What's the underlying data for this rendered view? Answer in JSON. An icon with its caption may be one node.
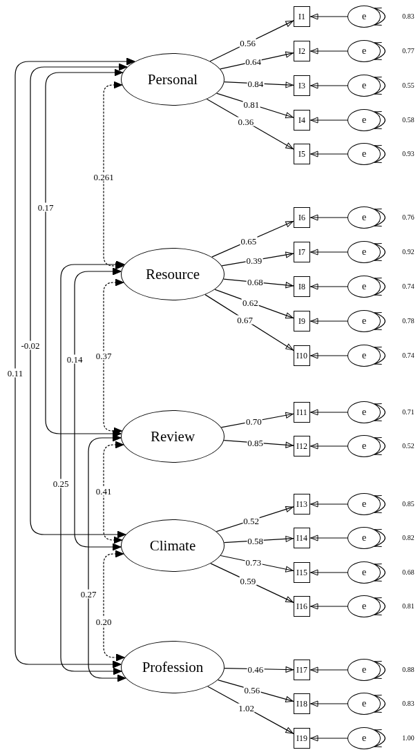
{
  "diagram": {
    "nodes": [
      {
        "text": [
          "Personal"
        ]
      },
      {
        "text": [
          "Resource"
        ]
      },
      {
        "text": [
          "Review"
        ]
      },
      {
        "text": [
          "Climate"
        ]
      },
      {
        "text": [
          "Profession"
        ]
      },
      {
        "text": [
          "I1"
        ]
      },
      {
        "text": [
          "I2"
        ]
      },
      {
        "text": [
          "I3"
        ]
      },
      {
        "text": [
          "I4"
        ]
      },
      {
        "text": [
          "I5"
        ]
      },
      {
        "text": [
          "I6"
        ]
      },
      {
        "text": [
          "I7"
        ]
      },
      {
        "text": [
          "I8"
        ]
      },
      {
        "text": [
          "I9"
        ]
      },
      {
        "text": [
          "I10"
        ]
      },
      {
        "text": [
          "I11"
        ]
      },
      {
        "text": [
          "I12"
        ]
      },
      {
        "text": [
          "I13"
        ]
      },
      {
        "text": [
          "I14"
        ]
      },
      {
        "text": [
          "I15"
        ]
      },
      {
        "text": [
          "I16"
        ]
      },
      {
        "text": [
          "I17"
        ]
      },
      {
        "text": [
          "I18"
        ]
      },
      {
        "text": [
          "I19"
        ]
      },
      {
        "text": [
          "e"
        ]
      },
      {
        "text": [
          "e"
        ]
      },
      {
        "text": [
          "e"
        ]
      },
      {
        "text": [
          "e"
        ]
      },
      {
        "text": [
          "e"
        ]
      },
      {
        "text": [
          "e"
        ]
      },
      {
        "text": [
          "e"
        ]
      },
      {
        "text": [
          "e"
        ]
      },
      {
        "text": [
          "e"
        ]
      },
      {
        "text": [
          "e"
        ]
      },
      {
        "text": [
          "e"
        ]
      },
      {
        "text": [
          "e"
        ]
      },
      {
        "text": [
          "e"
        ]
      },
      {
        "text": [
          "e"
        ]
      },
      {
        "text": [
          "e"
        ]
      },
      {
        "text": [
          "e"
        ]
      },
      {
        "text": [
          "e"
        ]
      },
      {
        "text": [
          "e"
        ]
      },
      {
        "text": [
          "e"
        ]
      }
    ],
    "edges": [
      {
        "from": 0,
        "to": 5,
        "arrow": "to",
        "label": "0.56"
      },
      {
        "from": 0,
        "to": 6,
        "arrow": "to",
        "label": "0.64"
      },
      {
        "from": 0,
        "to": 7,
        "arrow": "to",
        "label": "0.84"
      },
      {
        "from": 0,
        "to": 8,
        "arrow": "to",
        "label": "0.81"
      },
      {
        "from": 0,
        "to": 9,
        "arrow": "to",
        "label": "0.36"
      },
      {
        "from": 1,
        "to": 10,
        "arrow": "to",
        "label": "0.65"
      },
      {
        "from": 1,
        "to": 11,
        "arrow": "to",
        "label": "0.39"
      },
      {
        "from": 1,
        "to": 12,
        "arrow": "to",
        "label": "0.68"
      },
      {
        "from": 1,
        "to": 13,
        "arrow": "to",
        "label": "0.62"
      },
      {
        "from": 1,
        "to": 14,
        "arrow": "to",
        "label": "0.67"
      },
      {
        "from": 2,
        "to": 15,
        "arrow": "to",
        "label": "0.70"
      },
      {
        "from": 2,
        "to": 16,
        "arrow": "to",
        "label": "0.85"
      },
      {
        "from": 3,
        "to": 17,
        "arrow": "to",
        "label": "0.52"
      },
      {
        "from": 3,
        "to": 18,
        "arrow": "to",
        "label": "0.58"
      },
      {
        "from": 3,
        "to": 19,
        "arrow": "to",
        "label": "0.73"
      },
      {
        "from": 3,
        "to": 20,
        "arrow": "to",
        "label": "0.59"
      },
      {
        "from": 4,
        "to": 21,
        "arrow": "to",
        "label": "0.46"
      },
      {
        "from": 4,
        "to": 22,
        "arrow": "to",
        "label": "0.56"
      },
      {
        "from": 4,
        "to": 23,
        "arrow": "to",
        "label": "1.02"
      },
      {
        "from": 24,
        "to": 5,
        "arrow": "to"
      },
      {
        "from": 25,
        "to": 6,
        "arrow": "to"
      },
      {
        "from": 26,
        "to": 7,
        "arrow": "to"
      },
      {
        "from": 27,
        "to": 8,
        "arrow": "to"
      },
      {
        "from": 28,
        "to": 9,
        "arrow": "to"
      },
      {
        "from": 29,
        "to": 10,
        "arrow": "to"
      },
      {
        "from": 30,
        "to": 11,
        "arrow": "to"
      },
      {
        "from": 31,
        "to": 12,
        "arrow": "to"
      },
      {
        "from": 32,
        "to": 13,
        "arrow": "to"
      },
      {
        "from": 33,
        "to": 14,
        "arrow": "to"
      },
      {
        "from": 34,
        "to": 15,
        "arrow": "to"
      },
      {
        "from": 35,
        "to": 16,
        "arrow": "to"
      },
      {
        "from": 36,
        "to": 17,
        "arrow": "to"
      },
      {
        "from": 37,
        "to": 18,
        "arrow": "to"
      },
      {
        "from": 38,
        "to": 19,
        "arrow": "to"
      },
      {
        "from": 39,
        "to": 20,
        "arrow": "to"
      },
      {
        "from": 40,
        "to": 21,
        "arrow": "to"
      },
      {
        "from": 41,
        "to": 22,
        "arrow": "to"
      },
      {
        "from": 42,
        "to": 23,
        "arrow": "to"
      },
      {
        "from": 24,
        "to": 24,
        "arrow": "both",
        "label": "0.83"
      },
      {
        "from": 25,
        "to": 25,
        "arrow": "both",
        "label": "0.77"
      },
      {
        "from": 26,
        "to": 26,
        "arrow": "both",
        "label": "0.55"
      },
      {
        "from": 27,
        "to": 27,
        "arrow": "both",
        "label": "0.58"
      },
      {
        "from": 28,
        "to": 28,
        "arrow": "both",
        "label": "0.93"
      },
      {
        "from": 29,
        "to": 29,
        "arrow": "both",
        "label": "0.76"
      },
      {
        "from": 30,
        "to": 30,
        "arrow": "both",
        "label": "0.92"
      },
      {
        "from": 31,
        "to": 31,
        "arrow": "both",
        "label": "0.74"
      },
      {
        "from": 32,
        "to": 32,
        "arrow": "both",
        "label": "0.78"
      },
      {
        "from": 33,
        "to": 33,
        "arrow": "both",
        "label": "0.74"
      },
      {
        "from": 34,
        "to": 34,
        "arrow": "both",
        "label": "0.71"
      },
      {
        "from": 35,
        "to": 35,
        "arrow": "both",
        "label": "0.52"
      },
      {
        "from": 36,
        "to": 36,
        "arrow": "both",
        "label": "0.85"
      },
      {
        "from": 37,
        "to": 37,
        "arrow": "both",
        "label": "0.82"
      },
      {
        "from": 38,
        "to": 38,
        "arrow": "both",
        "label": "0.68"
      },
      {
        "from": 39,
        "to": 39,
        "arrow": "both",
        "label": "0.81"
      },
      {
        "from": 40,
        "to": 40,
        "arrow": "both",
        "label": "0.88"
      },
      {
        "from": 41,
        "to": 41,
        "arrow": "both",
        "label": "0.83"
      },
      {
        "from": 42,
        "to": 42,
        "arrow": "both",
        "label": "1.00"
      },
      {
        "from": 0,
        "to": 1,
        "arrow": "both",
        "label": "0.261",
        "style": "dashed"
      },
      {
        "from": 1,
        "to": 2,
        "arrow": "both",
        "label": "0.37",
        "style": "dashed"
      },
      {
        "from": 2,
        "to": 3,
        "arrow": "both",
        "label": "0.41",
        "style": "dashed"
      },
      {
        "from": 3,
        "to": 4,
        "arrow": "both",
        "label": "0.20",
        "style": "dashed"
      },
      {
        "from": 0,
        "to": 2,
        "arrow": "both",
        "label": "0.17"
      },
      {
        "from": 0,
        "to": 3,
        "arrow": "both",
        "label": "-0.02"
      },
      {
        "from": 0,
        "to": 4,
        "arrow": "both",
        "label": "0.11"
      },
      {
        "from": 1,
        "to": 3,
        "arrow": "both",
        "label": "0.14"
      },
      {
        "from": 1,
        "to": 4,
        "arrow": "both",
        "label": "0.25"
      },
      {
        "from": 2,
        "to": 4,
        "arrow": "both",
        "label": "0.27"
      }
    ]
  }
}
